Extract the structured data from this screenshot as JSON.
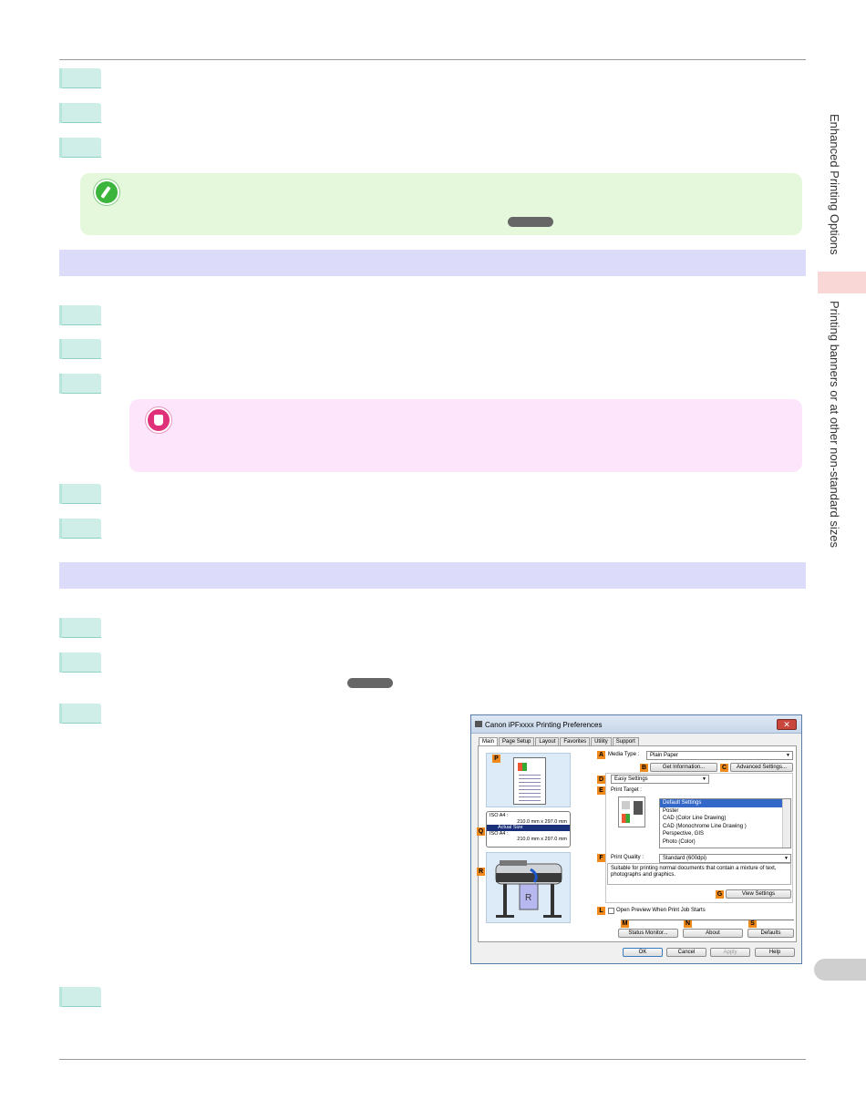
{
  "sidebar": {
    "chapter": "Enhanced Printing Options",
    "section": "Printing banners or at other non-standard sizes"
  },
  "dialog": {
    "title": "Canon iPFxxxx Printing Preferences",
    "close": "✕",
    "tabs": [
      "Main",
      "Page Setup",
      "Layout",
      "Favorites",
      "Utility",
      "Support"
    ],
    "media_type_label": "Media Type :",
    "media_type_value": "Plain Paper",
    "get_information": "Get Information...",
    "advanced_settings": "Advanced Settings...",
    "mode_value": "Easy Settings",
    "print_target_label": "Print Target :",
    "print_targets": [
      "Default Settings",
      "Poster",
      "CAD (Color Line Drawing)",
      "CAD (Monochrome Line Drawing )",
      "Perspective, GIS",
      "Photo (Color)"
    ],
    "print_quality_label": "Print Quality :",
    "print_quality_value": "Standard (600dpi)",
    "quality_description": "Suitable for printing normal documents that contain a mixture of text, photographs and graphics.",
    "view_settings": "View Settings",
    "open_preview": "Open Preview When Print Job Starts",
    "status_monitor": "Status Monitor...",
    "about": "About",
    "defaults": "Defaults",
    "ok": "OK",
    "cancel": "Cancel",
    "apply": "Apply",
    "help": "Help",
    "size_line1": "ISO A4 :",
    "size_line1_dim": "210.0 mm x 297.0 mm",
    "actual_size": "Actual Size",
    "size_line2": "ISO A4 :",
    "size_line2_dim": "210.0 mm x 297.0 mm",
    "letters": {
      "A": "A",
      "B": "B",
      "C": "C",
      "D": "D",
      "E": "E",
      "F": "F",
      "G": "G",
      "L": "L",
      "M": "M",
      "N": "N",
      "S": "S",
      "P": "P",
      "Q": "Q",
      "R": "R"
    }
  },
  "colors": {
    "step_tab": "#cfeee8",
    "section_bar": "#dcdcfa",
    "note_bg": "#e6f8dc",
    "important_bg": "#fde6fb",
    "letter_marker": "#f08a1c"
  }
}
